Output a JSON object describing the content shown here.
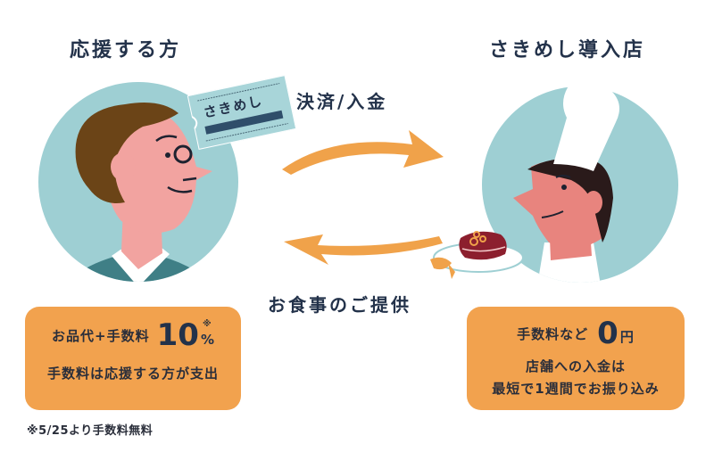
{
  "headings": {
    "left": "応援する方",
    "right": "さきめし導入店"
  },
  "flow": {
    "top_label": "決済/入金",
    "bottom_label": "お食事のご提供"
  },
  "ticket": {
    "label": "さきめし"
  },
  "left_card": {
    "line1_prefix": "お品代+手数料",
    "line1_value": "10",
    "line1_unit": "%",
    "line1_mark": "※",
    "line2": "手数料は応援する方が支出"
  },
  "right_card": {
    "line1_prefix": "手数料など",
    "line1_value": "0",
    "line1_unit": "円",
    "line2": "店舗への入金は",
    "line3": "最短で1週間でお振り込み"
  },
  "footnote": "※5/25より手数料無料",
  "colors": {
    "circle_bg": "#9ecfd3",
    "card_bg": "#f2a24e",
    "arrow": "#f0a24a",
    "text_dark": "#23324a"
  }
}
